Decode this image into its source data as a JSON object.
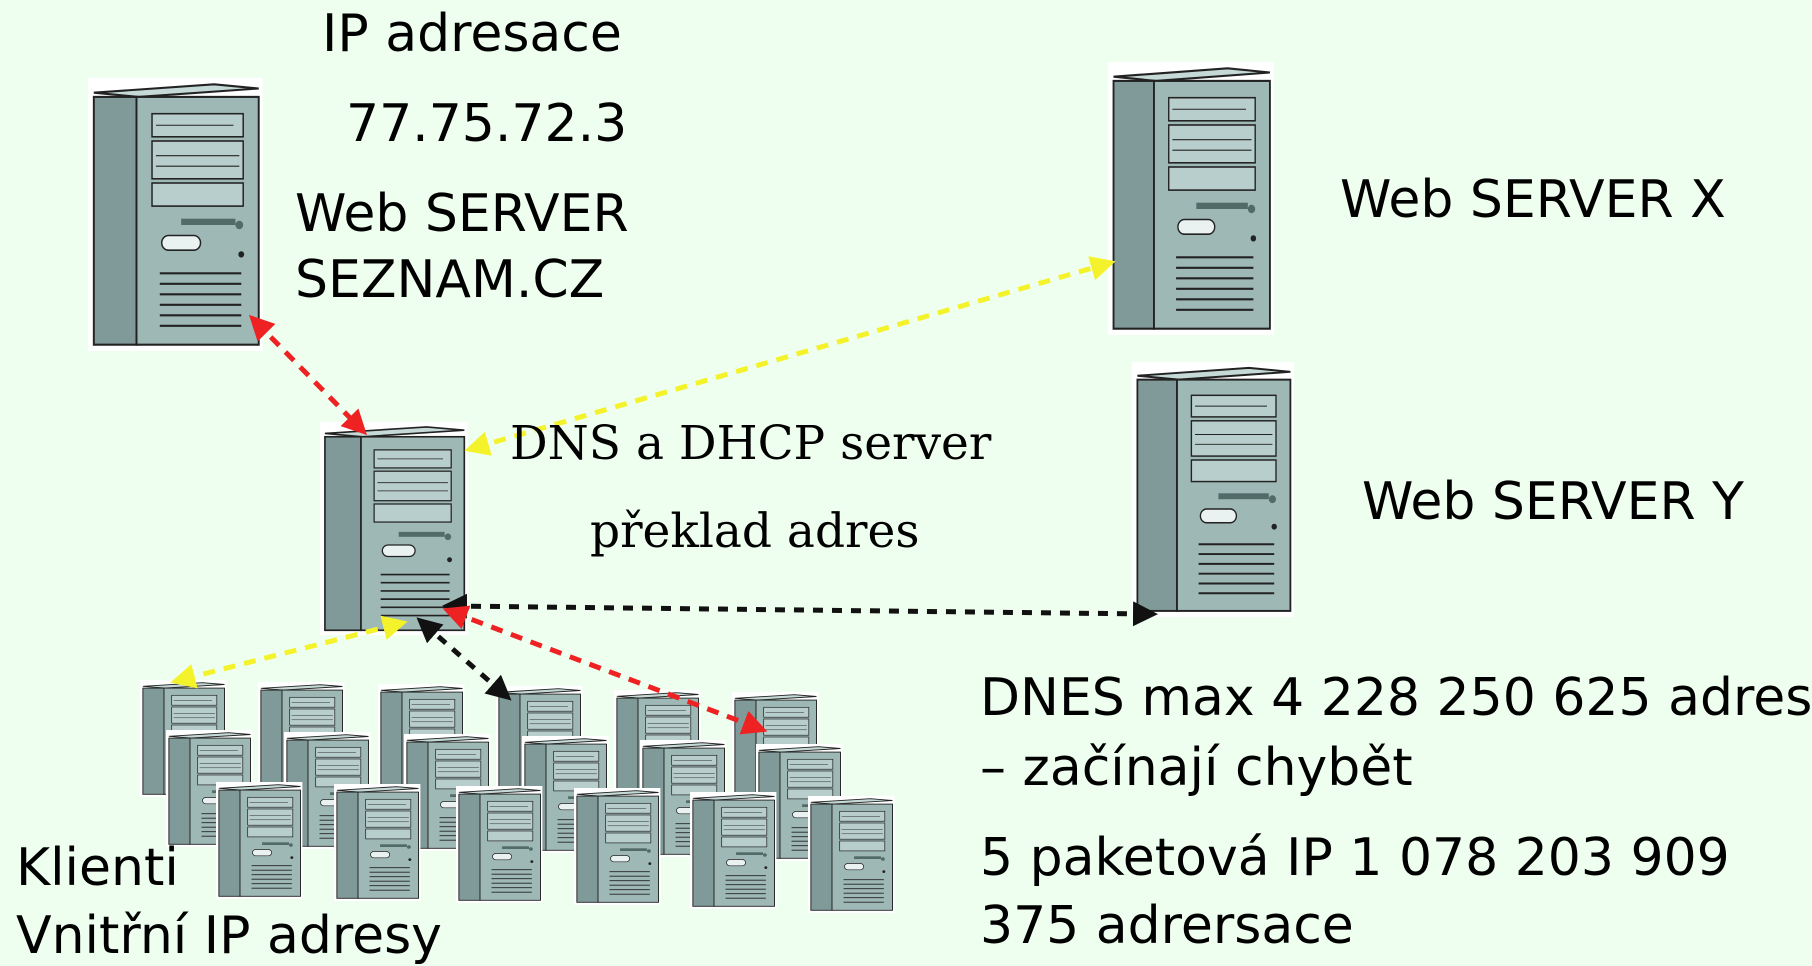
{
  "labels": {
    "ip_title": "IP adresace",
    "ip_value": "77.75.72.3",
    "web_server_seznam_line1": "Web SERVER",
    "web_server_seznam_line2": "SEZNAM.CZ",
    "web_server_x": "Web SERVER X",
    "web_server_y": "Web SERVER Y",
    "dns_dhcp_server": "DNS a DHCP server",
    "address_translation": "překlad adres",
    "clients": "Klienti",
    "internal_ip": "Vnitřní IP adresy",
    "today_max_line1": "DNES max 4 228 250 625 adres",
    "today_max_line2": "– začínají chybět",
    "packet_ip_line1": "5 paketová IP 1 078 203 909",
    "packet_ip_line2": "375 adrersace"
  },
  "connector_colors": {
    "red": "#ee2222",
    "yellow": "#f4f22a",
    "black": "#111111"
  },
  "colors": {
    "background": "#efffef",
    "server_body": "#9eb8b6",
    "server_side": "#7f9a98",
    "server_dark": "#526b69"
  },
  "icons": [
    "server-tower-icon"
  ]
}
